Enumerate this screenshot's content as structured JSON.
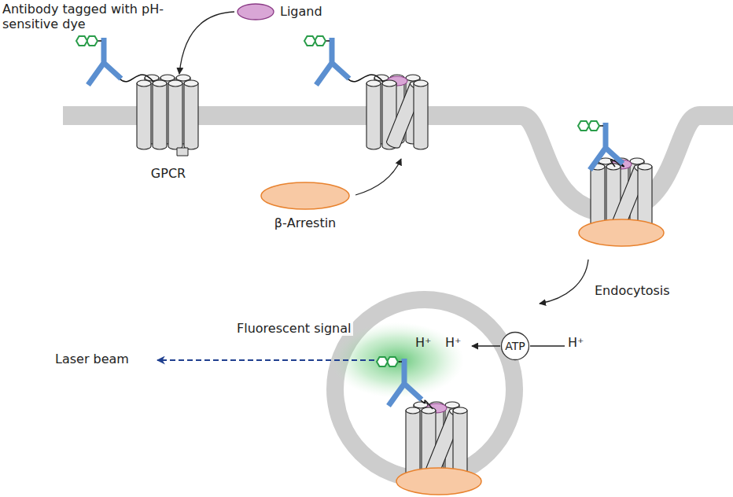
{
  "diagram": {
    "nodes": [
      {
        "text": [
          "Ligand"
        ]
      },
      {
        "text": [
          "GPCR"
        ]
      },
      {
        "text": [
          "β-Arrestin"
        ]
      },
      {
        "text": [
          "ATP"
        ]
      }
    ],
    "edges": [
      {
        "from": 0,
        "to": 1,
        "arrow": "to"
      }
    ],
    "labels": [
      "Antibody tagged with pH-sensitive dye",
      "Endocytosis",
      "Fluorescent signal",
      "H⁺",
      "H⁺",
      "Laser beam",
      "H⁺"
    ]
  }
}
